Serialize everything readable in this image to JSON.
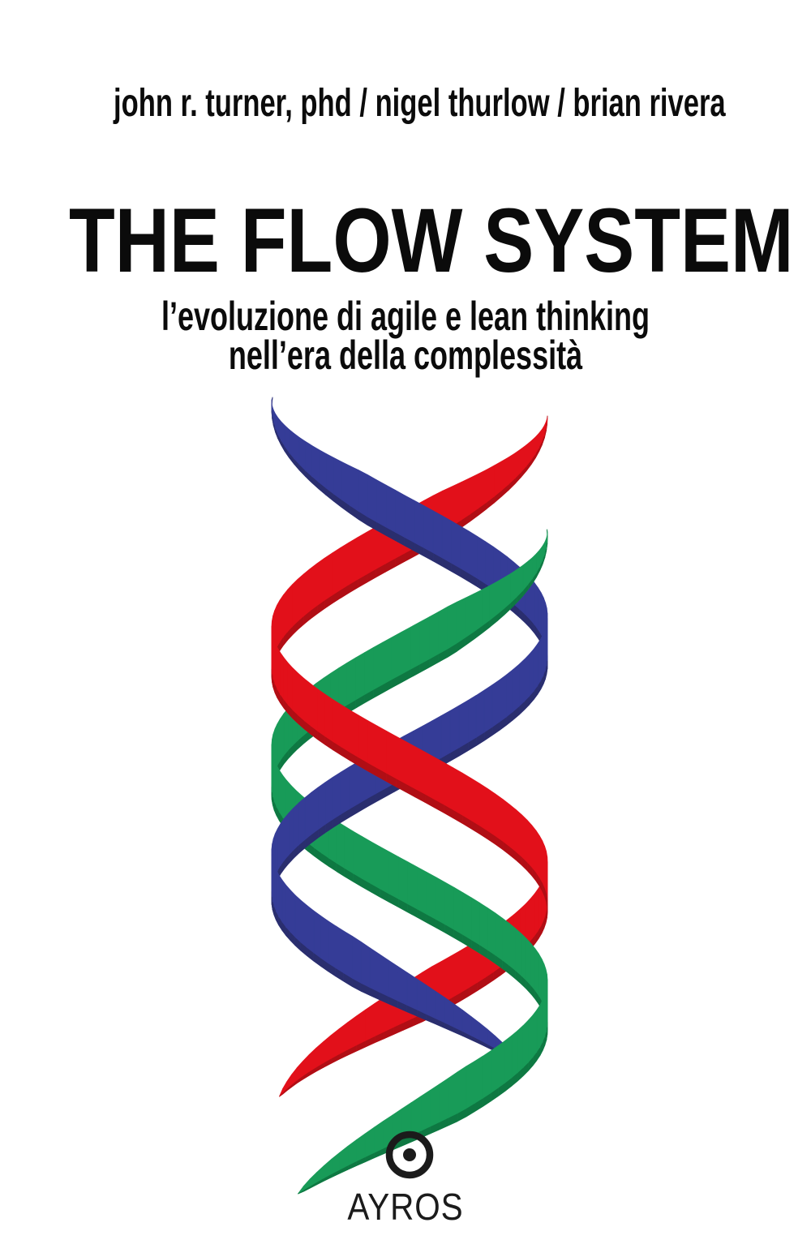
{
  "cover": {
    "authors": "john r. turner, phd / nigel thurlow / brian rivera",
    "title": "THE FLOW SYSTEM",
    "subtitle_line1": "l’evoluzione di agile e lean thinking",
    "subtitle_line2": "nell’era della complessità",
    "publisher": "AYROS",
    "publisher_logo_icon": "circle-dot-icon",
    "graphic": "triple-helix",
    "colors": {
      "background": "#FFFFFF",
      "text": "#0B0B0B",
      "logo": "#1B1B1B",
      "strand_blue": "#353C97",
      "strand_blue_dark": "#2A2E6E",
      "strand_red": "#E2101A",
      "strand_red_dark": "#B00E15",
      "strand_green": "#189B58",
      "strand_green_dark": "#0E7842"
    }
  }
}
